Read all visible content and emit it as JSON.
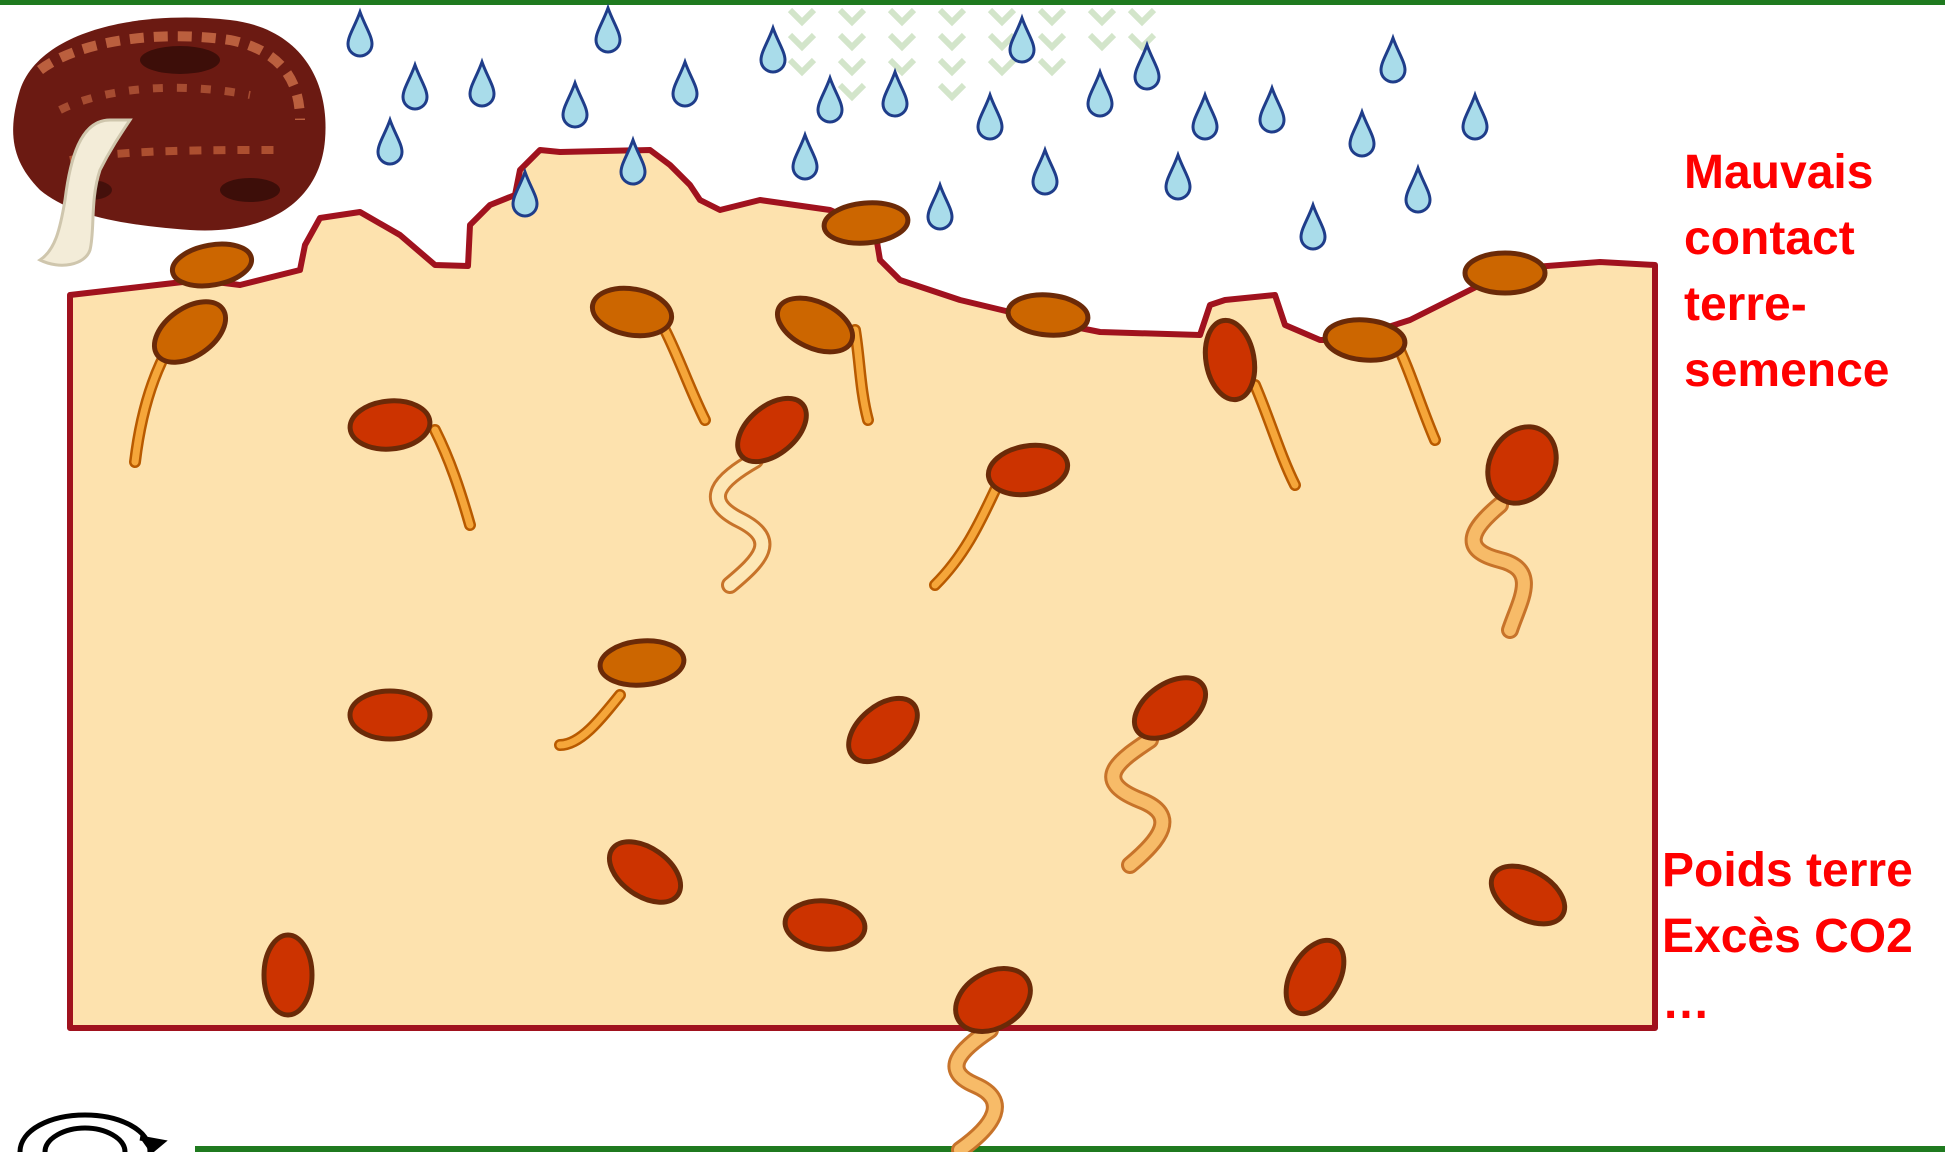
{
  "labels": {
    "top": [
      "Mauvais",
      "contact",
      "terre-",
      "semence"
    ],
    "bottom": [
      "Poids terre",
      "Excès CO2",
      "…"
    ]
  },
  "colors": {
    "soil_fill": "#fde2ae",
    "soil_outline": "#a0121e",
    "seed_red": "#cc3300",
    "seed_orange": "#cc6600",
    "seed_outline": "#6b2a08",
    "sprout_orange": "#f5a63a",
    "sprout_pale": "#fff1cf",
    "raindrop": "#a9dcea",
    "raindrop_outline": "#1f3d8a",
    "label_red": "#ff0000",
    "frame_green": "#1f7a1f"
  },
  "icons": [
    "bean-photo",
    "raindrop-icon",
    "seed-icon",
    "sprout-icon",
    "logo-icon"
  ]
}
